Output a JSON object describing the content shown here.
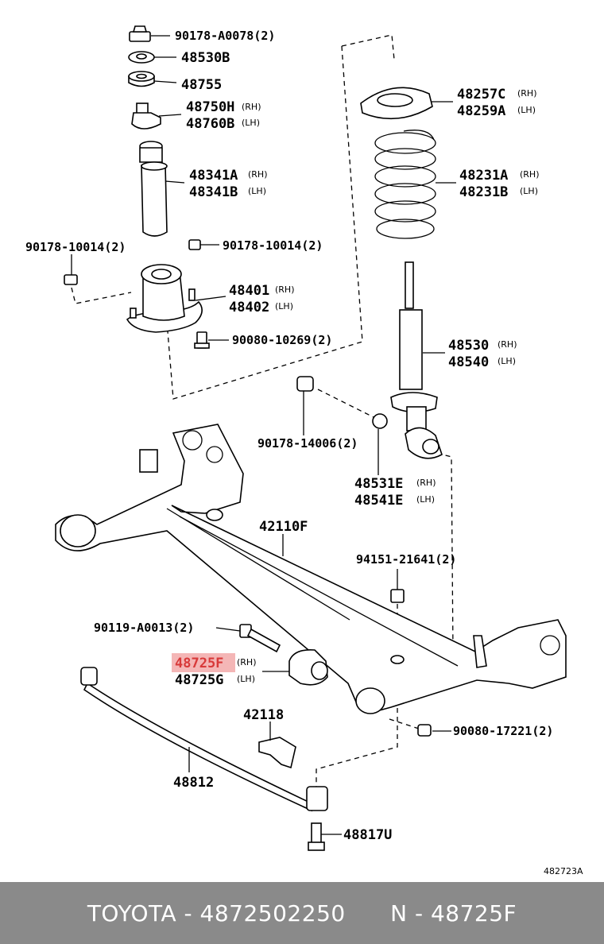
{
  "labels": {
    "l1": "90178-A0078(2)",
    "l2": "48530B",
    "l3": "48755",
    "l4a": "48750H",
    "l4a_side": "(RH)",
    "l4b": "48760B",
    "l4b_side": "(LH)",
    "l5a": "48341A",
    "l5a_side": "(RH)",
    "l5b": "48341B",
    "l5b_side": "(LH)",
    "l6": "90178-10014(2)",
    "l7": "90178-10014(2)",
    "l8a": "48401",
    "l8a_side": "(RH)",
    "l8b": "48402",
    "l8b_side": "(LH)",
    "l9": "90080-10269(2)",
    "l10a": "48257C",
    "l10a_side": "(RH)",
    "l10b": "48259A",
    "l10b_side": "(LH)",
    "l11a": "48231A",
    "l11a_side": "(RH)",
    "l11b": "48231B",
    "l11b_side": "(LH)",
    "l12a": "48530",
    "l12a_side": "(RH)",
    "l12b": "48540",
    "l12b_side": "(LH)",
    "l13": "90178-14006(2)",
    "l14a": "48531E",
    "l14a_side": "(RH)",
    "l14b": "48541E",
    "l14b_side": "(LH)",
    "l15": "42110F",
    "l16": "94151-21641(2)",
    "l17": "90119-A0013(2)",
    "l18a": "48725F",
    "l18a_side": "(RH)",
    "l18b": "48725G",
    "l18b_side": "(LH)",
    "l19": "42118",
    "l20": "90080-17221(2)",
    "l21": "48812",
    "l22": "48817U",
    "ref": "482723A"
  },
  "highlight_color": "#d83a3a",
  "footer": {
    "brand": "TOYOTA",
    "part_number": "4872502250",
    "n_code": "48725F"
  }
}
